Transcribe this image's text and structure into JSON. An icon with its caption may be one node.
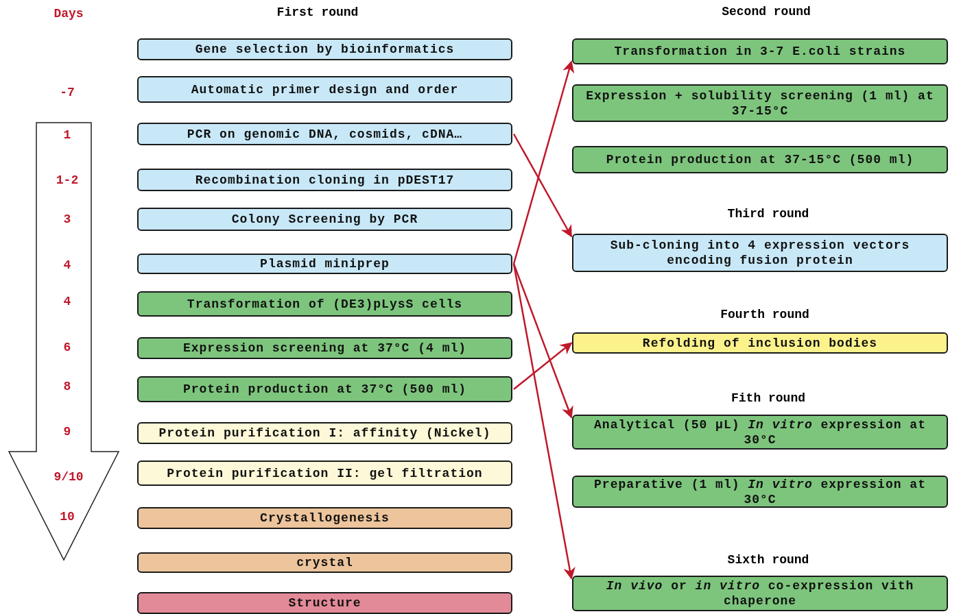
{
  "diagram": {
    "nodes": [
      {
        "text": [
          "Gene selection by bioinformatics"
        ]
      },
      {
        "text": [
          "Automatic primer design and order"
        ]
      },
      {
        "text": [
          "PCR on genomic DNA, cosmids, cDNA…"
        ]
      },
      {
        "text": [
          "Recombination cloning in pDEST17"
        ]
      },
      {
        "text": [
          "Colony Screening by PCR"
        ]
      },
      {
        "text": [
          "Plasmid miniprep"
        ]
      },
      {
        "text": [
          "Transformation of (DE3)pLysS cells"
        ]
      },
      {
        "text": [
          "Expression screening at 37°C (4 ml)"
        ]
      },
      {
        "text": [
          "Protein production at 37°C (500 ml)"
        ]
      },
      {
        "text": [
          "Protein purification I: affinity (Nickel)"
        ]
      },
      {
        "text": [
          "Protein purification II: gel filtration"
        ]
      },
      {
        "text": [
          "Crystallogenesis"
        ]
      },
      {
        "text": [
          "crystal"
        ]
      },
      {
        "text": [
          "Structure"
        ]
      },
      {
        "text": [
          "Transformation in 3-7 E.coli strains"
        ]
      },
      {
        "text": [
          "Expression + solubility screening (1 ml) at 37-15°C"
        ]
      },
      {
        "text": [
          "Protein production at 37-15°C (500 ml)"
        ]
      },
      {
        "text": [
          "Sub-cloning into 4 expression vectors encoding fusion protein"
        ]
      },
      {
        "text": [
          "Refolding of inclusion bodies"
        ]
      },
      {
        "text": [
          "Analytical (50 µL) *In vitro* expression at 30°C"
        ]
      },
      {
        "text": [
          "Preparative (1 ml) *In vitro* expression at 30°C"
        ]
      },
      {
        "text": [
          "*In vivo* or *in vitro* co-expression vith chaperone"
        ]
      }
    ],
    "edges": [
      {
        "from": 2,
        "to": 17,
        "arrow": "to"
      },
      {
        "from": 5,
        "to": 14,
        "arrow": "to"
      },
      {
        "from": 5,
        "to": 19,
        "arrow": "to"
      },
      {
        "from": 5,
        "to": 21,
        "arrow": "to"
      },
      {
        "from": 8,
        "to": 18,
        "arrow": "to"
      }
    ],
    "labels": [
      "Days",
      "First round",
      "Second round",
      "-7",
      "1",
      "1-2",
      "3",
      "Third round",
      "4",
      "4",
      "Fourth round",
      "6",
      "8",
      "Fith round",
      "9",
      "9/10",
      "10",
      "Sixth round"
    ]
  }
}
